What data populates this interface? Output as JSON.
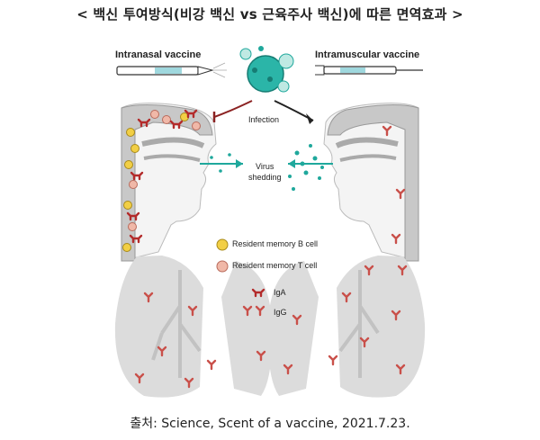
{
  "title": "< 백신 투여방식(비강 백신 vs 근육주사 백신)에 따른 면역효과 >",
  "labels": {
    "intranasal": "Intranasal vaccine",
    "intramuscular": "Intramuscular vaccine",
    "infection": "Infection",
    "virus_shedding_1": "Virus",
    "virus_shedding_2": "shedding"
  },
  "legend": [
    {
      "label": "Resident memory B cell",
      "icon": "b-cell-icon",
      "color": "#f2cf45"
    },
    {
      "label": "Resident memory T cell",
      "icon": "t-cell-icon",
      "color": "#f0b8a8"
    },
    {
      "label": "IgA",
      "icon": "iga-icon",
      "color": "#b32b2b"
    },
    {
      "label": "IgG",
      "icon": "igg-icon",
      "color": "#c9504a"
    }
  ],
  "source": "출처: Science, Scent of a vaccine, 2021.7.23.",
  "colors": {
    "tissue": "#c8c8c8",
    "lung": "#dcdcdc",
    "teal": "#1fa89c",
    "antibody": "#b32b2b"
  }
}
